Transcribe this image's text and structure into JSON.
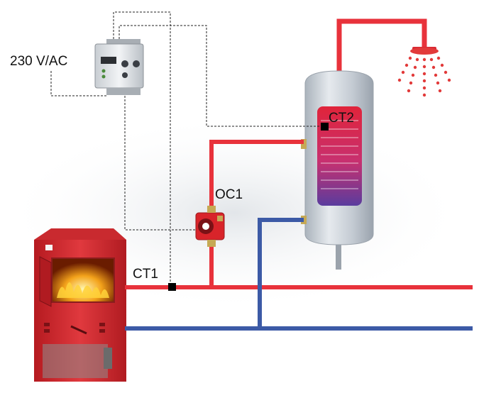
{
  "labels": {
    "supply": "230 V/AC",
    "sensor_boiler": "CT1",
    "sensor_tank": "CT2",
    "pump": "OC1"
  },
  "colors": {
    "hot_pipe": "#e8323b",
    "cold_pipe": "#3c5aa6",
    "boiler_body": "#d8242a",
    "tank_body": "#c9d0d8",
    "wire": "#222222",
    "sensor": "#000000"
  },
  "components": {
    "controller": "controller-module",
    "boiler": "solid-fuel-boiler",
    "pump": "circulation-pump",
    "tank": "hot-water-tank",
    "shower": "shower-head-icon"
  }
}
